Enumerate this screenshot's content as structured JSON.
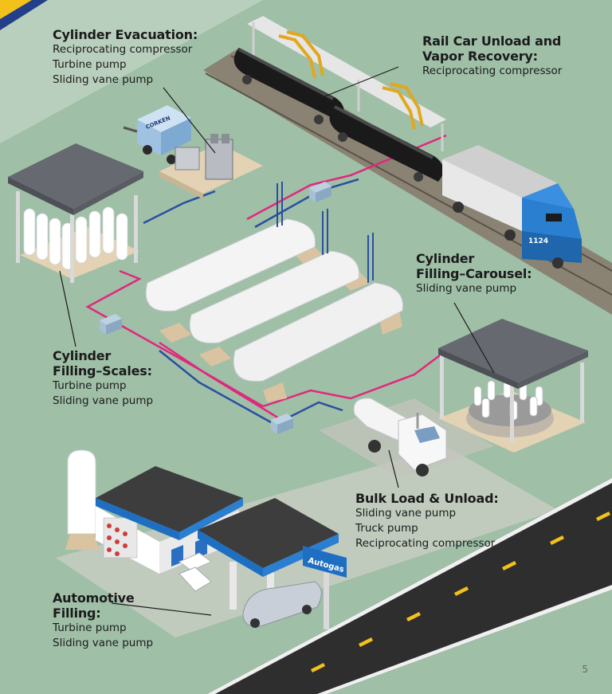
{
  "callouts": {
    "evacuation": {
      "title": "Cylinder Evacuation:",
      "items": [
        "Reciprocating compressor",
        "Turbine pump",
        "Sliding vane pump"
      ]
    },
    "railcar": {
      "title_line1": "Rail Car Unload and",
      "title_line2": "Vapor Recovery:",
      "items": [
        "Reciprocating compressor"
      ]
    },
    "carousel": {
      "title_line1": "Cylinder",
      "title_line2": "Filling–Carousel:",
      "items": [
        "Sliding vane pump"
      ]
    },
    "scales": {
      "title_line1": "Cylinder",
      "title_line2": "Filling–Scales:",
      "items": [
        "Turbine pump",
        "Sliding vane pump"
      ]
    },
    "bulk": {
      "title": "Bulk Load & Unload:",
      "items": [
        "Sliding vane pump",
        "Truck pump",
        "Reciprocating compressor"
      ]
    },
    "automotive": {
      "title_line1": "Automotive",
      "title_line2": "Filling:",
      "items": [
        "Turbine pump",
        "Sliding vane pump"
      ]
    }
  },
  "labels": {
    "locomotive_number": "1124",
    "compressor_brand": "CORKEN",
    "autogas_sign": "Autogas"
  },
  "page_number": "5",
  "colors": {
    "background": "#9fbfa7",
    "liquid_line": "#e0287d",
    "vapor_line": "#2b4fa0",
    "locomotive": "#2a7fd0",
    "station_canopy_trim": "#1e6fc2"
  }
}
